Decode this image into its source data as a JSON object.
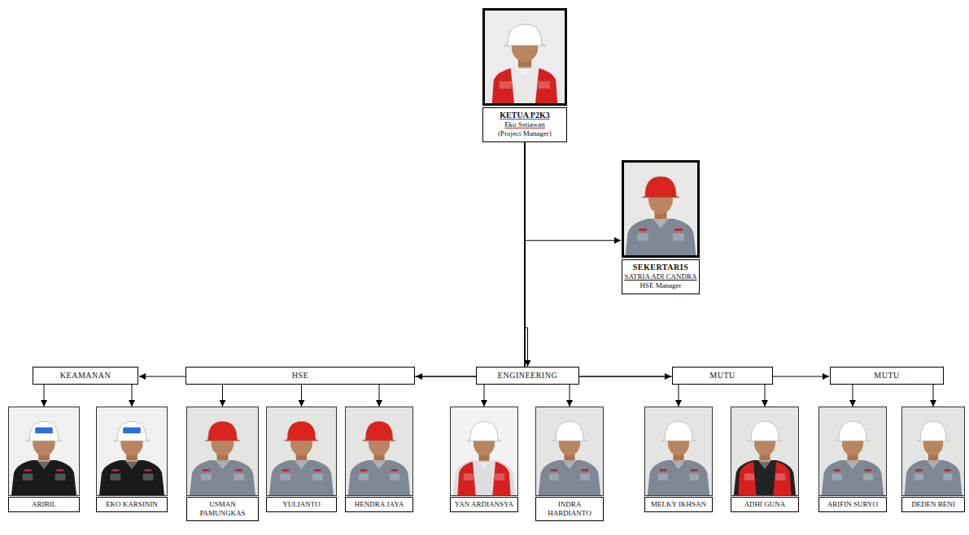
{
  "diagram": {
    "nodes": [
      {
        "text": [
          "KETUA P2K3",
          "Eko Setiawan",
          "(Project Manager)"
        ]
      },
      {
        "text": [
          "SEKERTARIS",
          "SATRIA ADI CANDRA",
          "HSE Manager"
        ]
      },
      {
        "text": [
          "KEAMANAN"
        ]
      },
      {
        "text": [
          "HSE"
        ]
      },
      {
        "text": [
          "ENGINEERING"
        ]
      },
      {
        "text": [
          "MUTU"
        ]
      },
      {
        "text": [
          "MUTU"
        ]
      },
      {
        "text": [
          "ARIBIL"
        ]
      },
      {
        "text": [
          "EKO KARSININ"
        ]
      },
      {
        "text": [
          "USMAN PAMUNGKAS"
        ]
      },
      {
        "text": [
          "YULIANTO"
        ]
      },
      {
        "text": [
          "HENDRA JAYA"
        ]
      },
      {
        "text": [
          "YAN ARDIANSYA"
        ]
      },
      {
        "text": [
          "INDRA HARDIANTO"
        ]
      },
      {
        "text": [
          "MELKY IKHSAN"
        ]
      },
      {
        "text": [
          "ADHI GUNA"
        ]
      },
      {
        "text": [
          "ARIFIN SURYO"
        ]
      },
      {
        "text": [
          "DEDEN BENI"
        ]
      }
    ],
    "edges": [
      {
        "from": 0,
        "to": 1,
        "arrow": "to"
      },
      {
        "from": 0,
        "to": 2,
        "arrow": "to"
      },
      {
        "from": 0,
        "to": 3,
        "arrow": "to"
      },
      {
        "from": 0,
        "to": 4,
        "arrow": "to"
      },
      {
        "from": 0,
        "to": 5,
        "arrow": "to"
      },
      {
        "from": 0,
        "to": 6,
        "arrow": "to"
      },
      {
        "from": 2,
        "to": 7,
        "arrow": "to"
      },
      {
        "from": 2,
        "to": 8,
        "arrow": "to"
      },
      {
        "from": 3,
        "to": 9,
        "arrow": "to"
      },
      {
        "from": 3,
        "to": 10,
        "arrow": "to"
      },
      {
        "from": 3,
        "to": 11,
        "arrow": "to"
      },
      {
        "from": 4,
        "to": 12,
        "arrow": "to"
      },
      {
        "from": 4,
        "to": 13,
        "arrow": "to"
      },
      {
        "from": 5,
        "to": 14,
        "arrow": "to"
      },
      {
        "from": 5,
        "to": 15,
        "arrow": "to"
      },
      {
        "from": 6,
        "to": 16,
        "arrow": "to"
      },
      {
        "from": 6,
        "to": 17,
        "arrow": "to"
      }
    ]
  }
}
